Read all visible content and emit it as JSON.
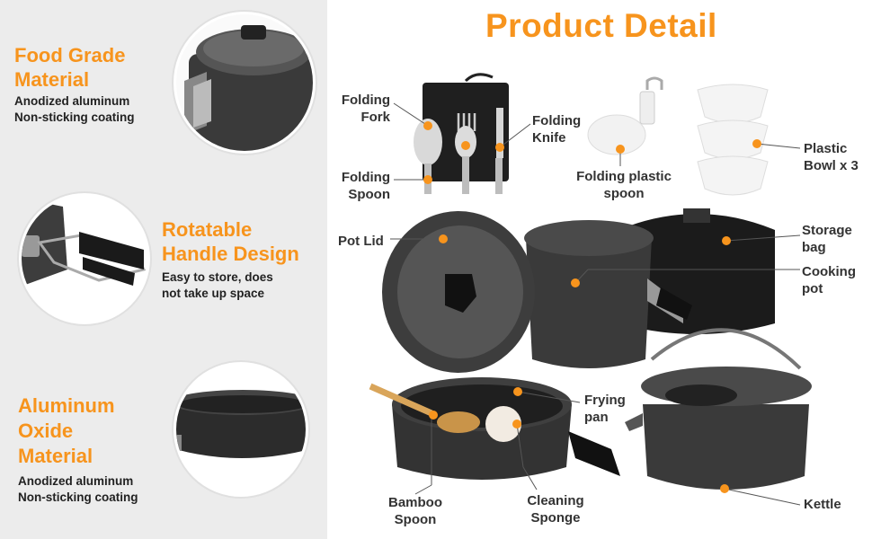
{
  "title": "Product Detail",
  "features": [
    {
      "title": "Food Grade Material",
      "line1": "Food Grade",
      "line2": "Material",
      "desc1": "Anodized aluminum",
      "desc2": "Non-sticking coating"
    },
    {
      "title": "Rotatable Handle Design",
      "line1": "Rotatable",
      "line2": "Handle Design",
      "desc1": "Easy to store, does",
      "desc2": "not take up space"
    },
    {
      "title": "Aluminum Oxide Material",
      "line1": "Aluminum",
      "line2": "Oxide",
      "line3": "Material",
      "desc1": "Anodized aluminum",
      "desc2": "Non-sticking coating"
    }
  ],
  "labels": {
    "folding_fork": [
      "Folding",
      "Fork"
    ],
    "folding_spoon": [
      "Folding",
      "Spoon"
    ],
    "folding_knife": [
      "Folding",
      "Knife"
    ],
    "folding_plastic_spoon": [
      "Folding plastic",
      "spoon"
    ],
    "plastic_bowl": [
      "Plastic",
      "Bowl x 3"
    ],
    "pot_lid": [
      "Pot Lid"
    ],
    "storage_bag": [
      "Storage",
      "bag"
    ],
    "cooking_pot": [
      "Cooking",
      "pot"
    ],
    "frying_pan": [
      "Frying",
      "pan"
    ],
    "bamboo_spoon": [
      "Bamboo",
      "Spoon"
    ],
    "cleaning_sponge": [
      "Cleaning",
      "Sponge"
    ],
    "kettle": [
      "Kettle"
    ]
  },
  "colors": {
    "accent": "#f7941d",
    "panel": "#ececec",
    "text": "#333333"
  }
}
